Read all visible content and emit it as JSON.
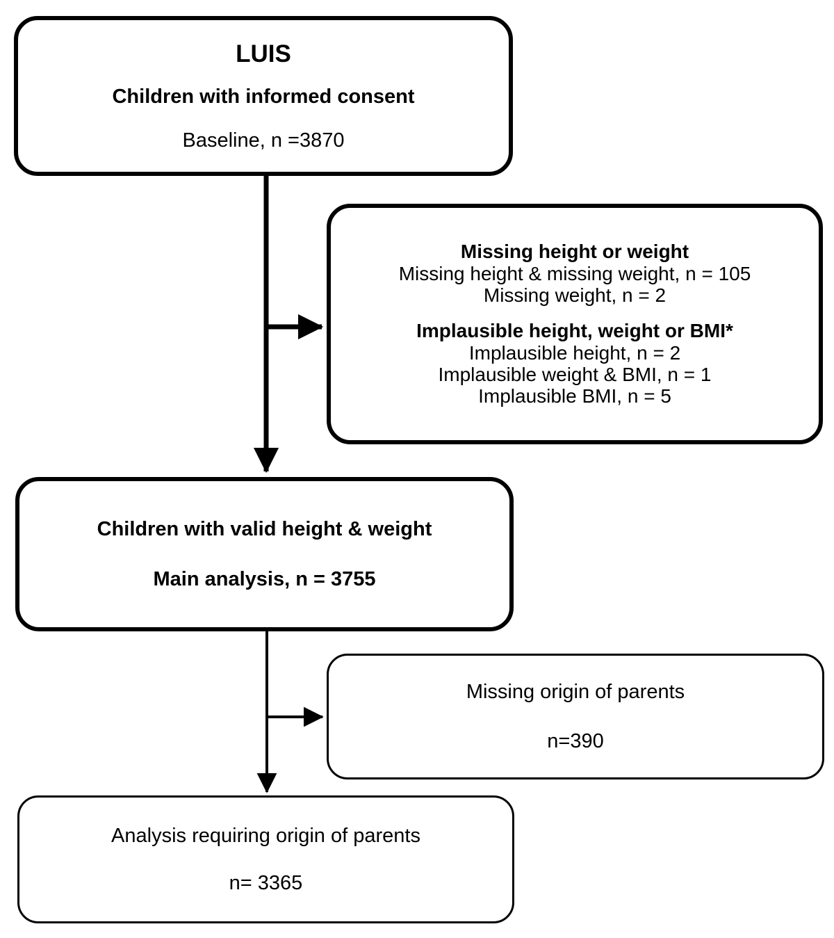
{
  "figure": {
    "type": "flowchart",
    "orientation": "top-to-bottom",
    "background_color": "#ffffff",
    "line_color": "#000000"
  },
  "nodes": {
    "baseline": {
      "title": "LUIS",
      "subtitle": "Children with informed consent",
      "count_line": "Baseline, n =3870"
    },
    "excluded_measures": {
      "group1_heading": "Missing height or weight",
      "group1_items": [
        "Missing height & missing weight, n = 105",
        "Missing weight, n = 2"
      ],
      "group2_heading": "Implausible height, weight or BMI*",
      "group2_items": [
        "Implausible height, n = 2",
        "Implausible weight & BMI, n = 1",
        "Implausible BMI, n = 5"
      ]
    },
    "valid": {
      "main_line": "Children with valid height & weight",
      "count_line": "Main analysis, n = 3755"
    },
    "missing_origin": {
      "main_line": "Missing origin of parents",
      "count_line": "n=390"
    },
    "final": {
      "main_line": "Analysis requiring origin of parents",
      "count_line": "n= 3365"
    }
  },
  "chart_data": {
    "type": "flow-diagram",
    "title": "LUIS study participant flow",
    "stages": [
      {
        "id": "baseline",
        "label": "Children with informed consent (Baseline)",
        "n": 3870
      },
      {
        "id": "valid",
        "label": "Children with valid height & weight (Main analysis)",
        "n": 3755
      },
      {
        "id": "final",
        "label": "Analysis requiring origin of parents",
        "n": 3365
      }
    ],
    "exclusions": [
      {
        "from": "baseline",
        "id": "missing-height-and-weight",
        "label": "Missing height & missing weight",
        "n": 105
      },
      {
        "from": "baseline",
        "id": "missing-weight",
        "label": "Missing weight",
        "n": 2
      },
      {
        "from": "baseline",
        "id": "implausible-height",
        "label": "Implausible height",
        "n": 2
      },
      {
        "from": "baseline",
        "id": "implausible-weight-and-bmi",
        "label": "Implausible weight & BMI",
        "n": 1
      },
      {
        "from": "baseline",
        "id": "implausible-bmi",
        "label": "Implausible BMI",
        "n": 5
      },
      {
        "from": "valid",
        "id": "missing-origin-of-parents",
        "label": "Missing origin of parents",
        "n": 390
      }
    ],
    "footnote_marker": "*"
  }
}
